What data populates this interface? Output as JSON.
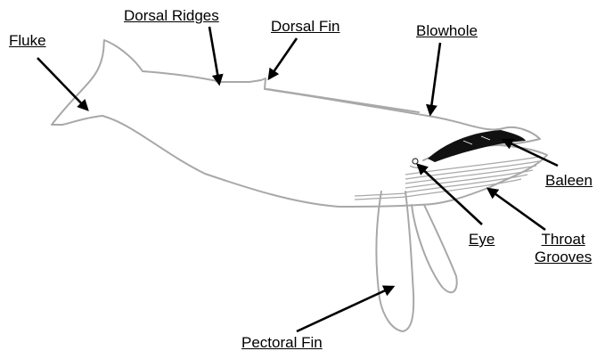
{
  "diagram": {
    "labels": {
      "fluke": "Fluke",
      "dorsal_ridges": "Dorsal Ridges",
      "dorsal_fin": "Dorsal Fin",
      "blowhole": "Blowhole",
      "baleen": "Baleen",
      "eye": "Eye",
      "throat_grooves_line1": "Throat",
      "throat_grooves_line2": "Grooves",
      "pectoral_fin": "Pectoral Fin"
    },
    "colors": {
      "outline": "#a8a8a8",
      "baleen_fill": "#111111",
      "text": "#000000",
      "arrow": "#000000"
    }
  }
}
